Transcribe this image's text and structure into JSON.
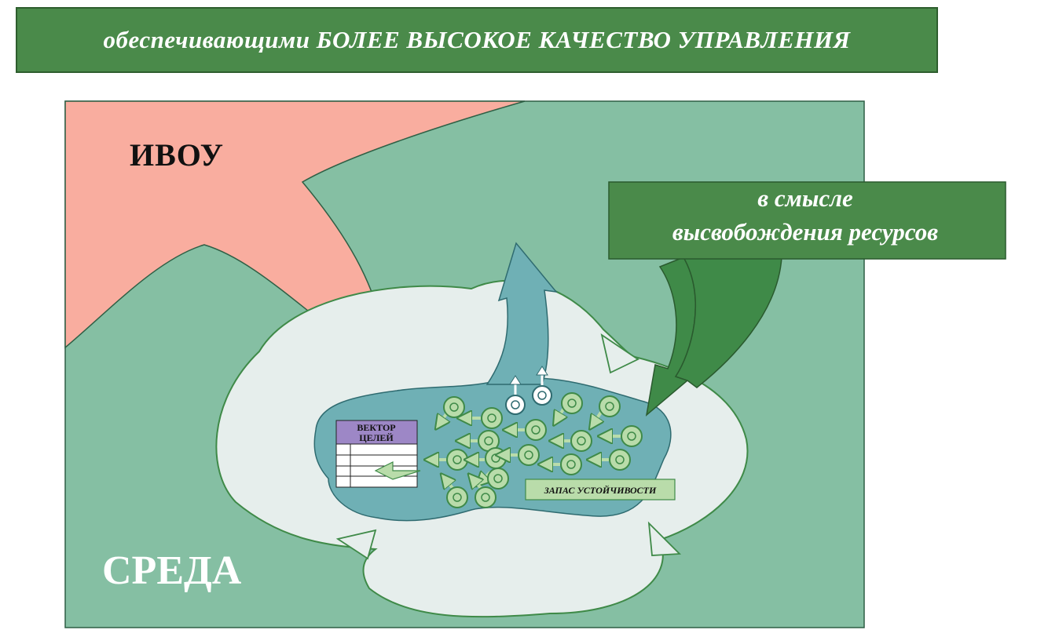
{
  "banner": {
    "text": "обеспечивающими БОЛЕЕ ВЫСОКОЕ КАЧЕСТВО УПРАВЛЕНИЯ"
  },
  "diagram": {
    "ivou_label": "ИВОУ",
    "env_label": "СРЕДА",
    "callout_line1": "в смысле",
    "callout_line2": "высвобождения ресурсов",
    "goal_vector_line1": "ВЕКТОР",
    "goal_vector_line2": "ЦЕЛЕЙ",
    "reserve_label": "ЗАПАС УСТОЙЧИВОСТИ"
  },
  "colors": {
    "banner_bg": "#4a8a4a",
    "env_bg": "#85bfa3",
    "ivou_fill": "#f9ad9f",
    "cloud_fill": "#e6eeec",
    "core_fill": "#6fb0b5",
    "token_fill": "#b9dcaa",
    "vector_header": "#9d87c6"
  }
}
